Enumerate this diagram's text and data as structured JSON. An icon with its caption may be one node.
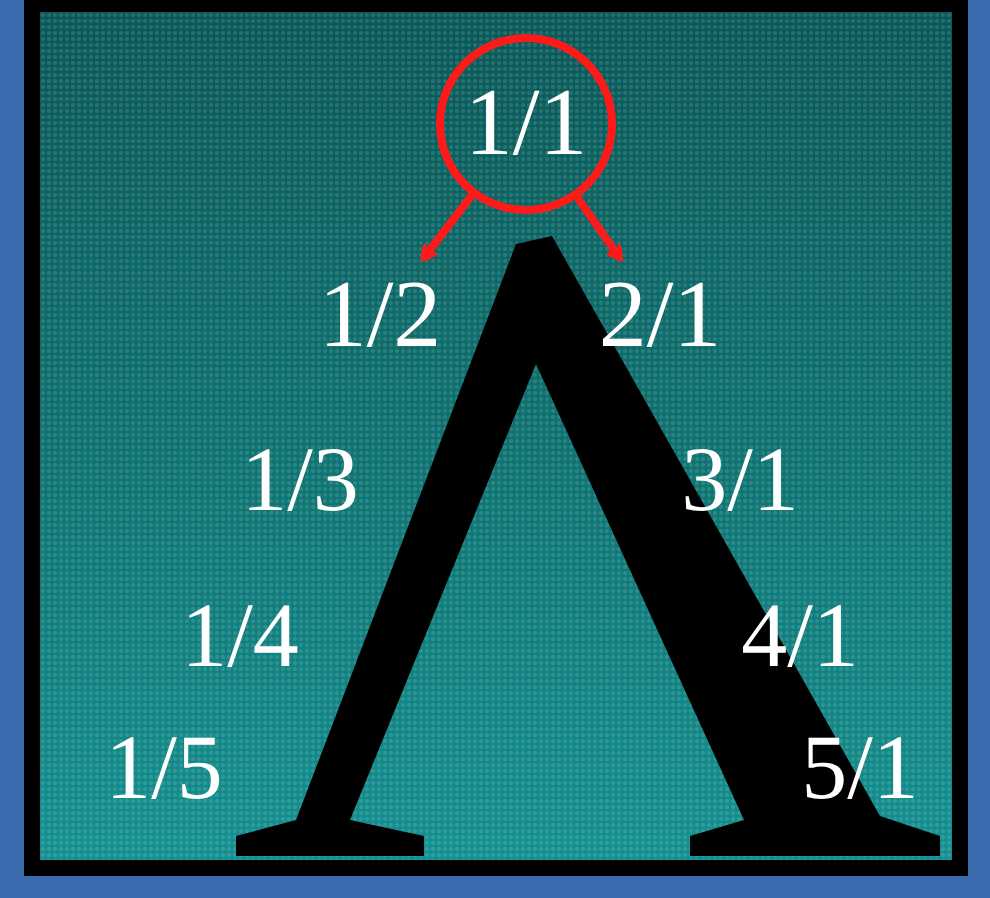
{
  "diagram": {
    "nodes": [
      {
        "text": [
          "1/1"
        ]
      },
      {
        "text": [
          "1/2"
        ]
      },
      {
        "text": [
          "2/1"
        ]
      }
    ],
    "edges": [
      {
        "from": 0,
        "to": 1,
        "arrow": "to"
      },
      {
        "from": 0,
        "to": 2,
        "arrow": "to"
      }
    ],
    "labels": [
      "1/3",
      "3/1",
      "1/4",
      "4/1",
      "1/5",
      "5/1"
    ]
  }
}
